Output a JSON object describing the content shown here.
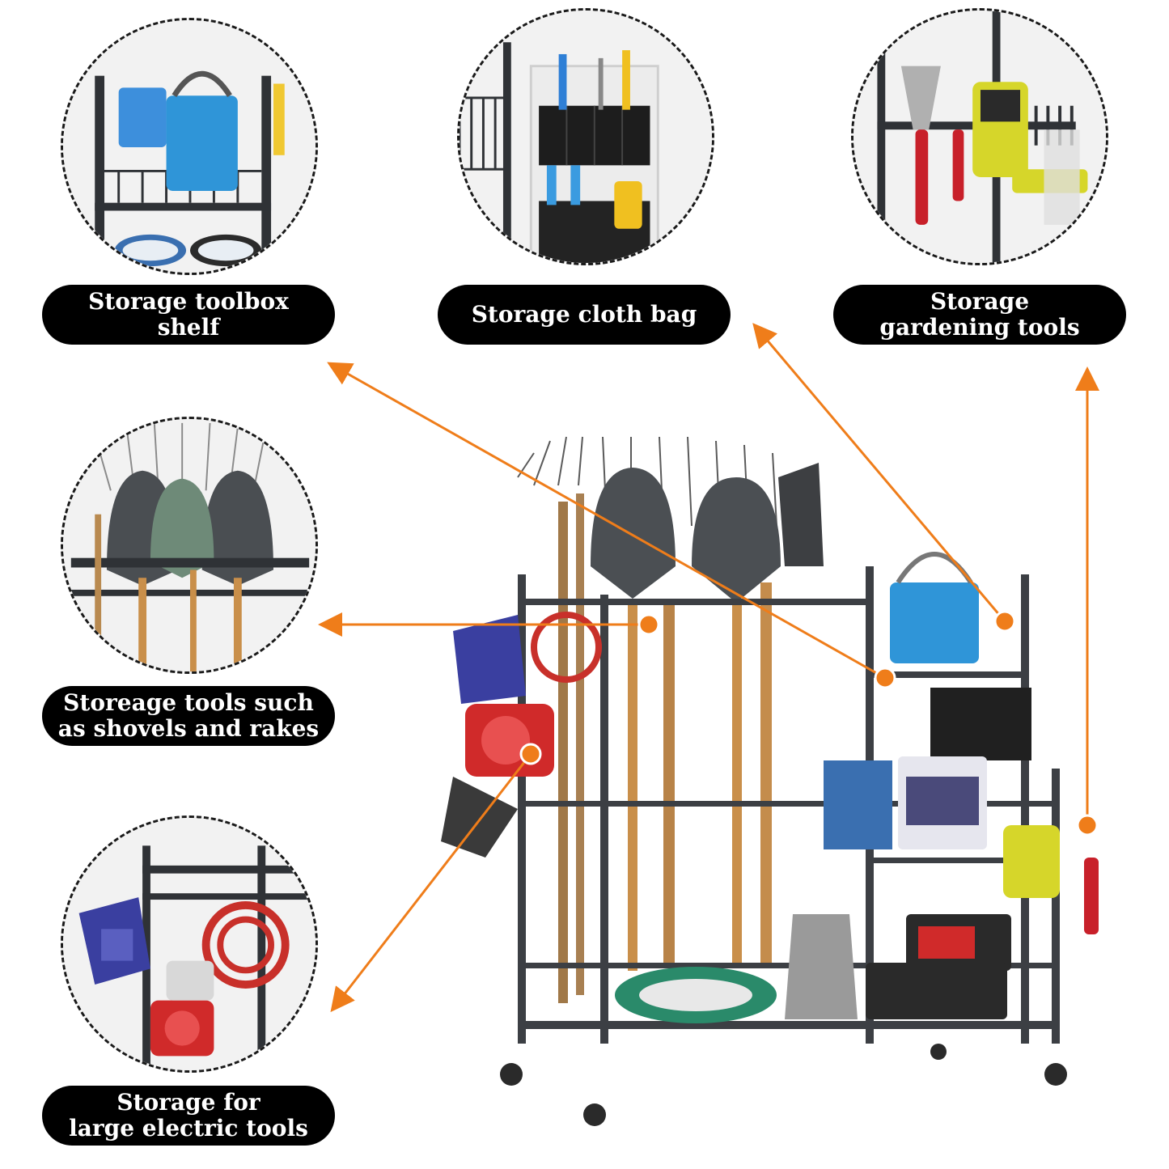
{
  "colors": {
    "accent": "#ef7d1a",
    "label_bg": "#000000",
    "label_text": "#ffffff",
    "rack_metal": "#3c3f44"
  },
  "callouts": [
    {
      "id": "toolbox-shelf",
      "lines": [
        "Storage toolbox shelf"
      ]
    },
    {
      "id": "cloth-bag",
      "lines": [
        "Storage cloth bag"
      ]
    },
    {
      "id": "gardening-tools",
      "lines": [
        "Storage",
        "gardening tools"
      ]
    },
    {
      "id": "shovels-rakes",
      "lines": [
        "Storeage tools such",
        "as shovels and rakes"
      ]
    },
    {
      "id": "electric-tools",
      "lines": [
        "Storage for",
        "large electric tools"
      ]
    }
  ]
}
